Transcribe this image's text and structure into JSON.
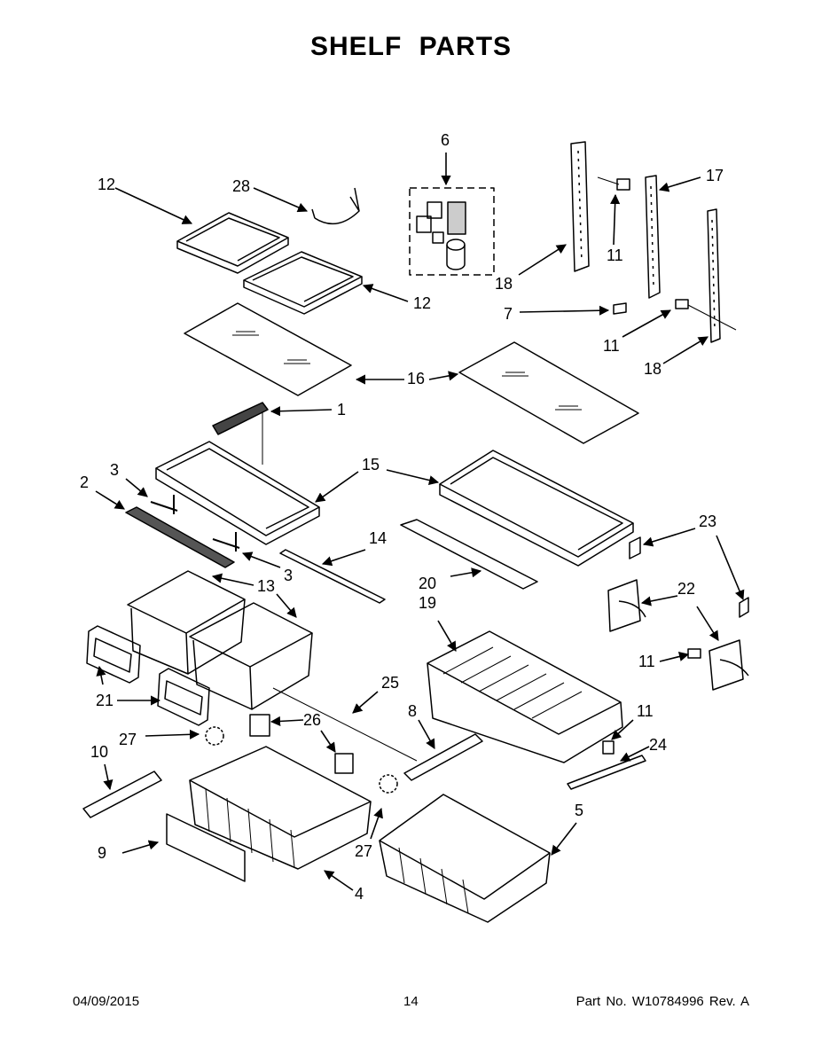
{
  "title": "SHELF PARTS",
  "footer": {
    "date": "04/09/2015",
    "page": "14",
    "part_number": "Part No.  W10784996  Rev.  A"
  },
  "callouts": {
    "c1": "1",
    "c2": "2",
    "c3a": "3",
    "c3b": "3",
    "c4": "4",
    "c5": "5",
    "c6": "6",
    "c7": "7",
    "c8": "8",
    "c9": "9",
    "c10": "10",
    "c11a": "11",
    "c11b": "11",
    "c11c": "11",
    "c11d": "11",
    "c12a": "12",
    "c12b": "12",
    "c13": "13",
    "c14": "14",
    "c15": "15",
    "c16": "16",
    "c17": "17",
    "c18a": "18",
    "c18b": "18",
    "c19": "19",
    "c20": "20",
    "c21": "21",
    "c22": "22",
    "c23": "23",
    "c24": "24",
    "c25": "25",
    "c26": "26",
    "c27a": "27",
    "c27b": "27",
    "c28": "28"
  }
}
